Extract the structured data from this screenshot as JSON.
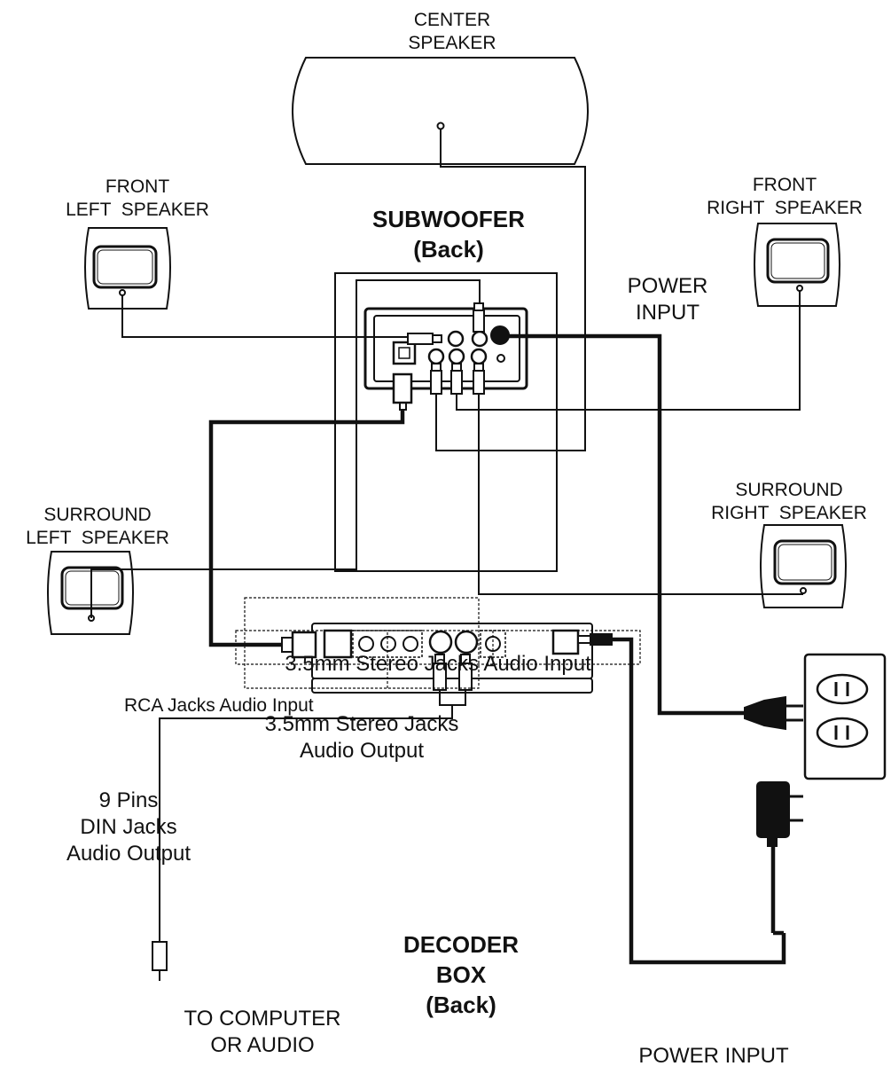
{
  "labels": {
    "center_speaker": "CENTER\nSPEAKER",
    "front_left": "FRONT\nLEFT  SPEAKER",
    "front_right": "FRONT\nRIGHT  SPEAKER",
    "subwoofer": "SUBWOOFER\n(Back)",
    "power_input_top": "POWER\nINPUT",
    "surround_left": "SURROUND\nLEFT  SPEAKER",
    "surround_right": "SURROUND\nRIGHT  SPEAKER",
    "stereo_input": "3.5mm Stereo Jacks Audio Input",
    "stereo_output": "3.5mm Stereo Jacks\nAudio Output",
    "din_output": "9 Pins\nDIN Jacks\nAudio Output",
    "rca_input": "RCA Jacks Audio Input",
    "decoder_box": "DECODER\nBOX\n(Back)",
    "to_computer": "TO COMPUTER\nOR AUDIO",
    "power_input_bottom": "POWER INPUT"
  },
  "colors": {
    "ink": "#111111",
    "box_fill": "#ffffff"
  }
}
